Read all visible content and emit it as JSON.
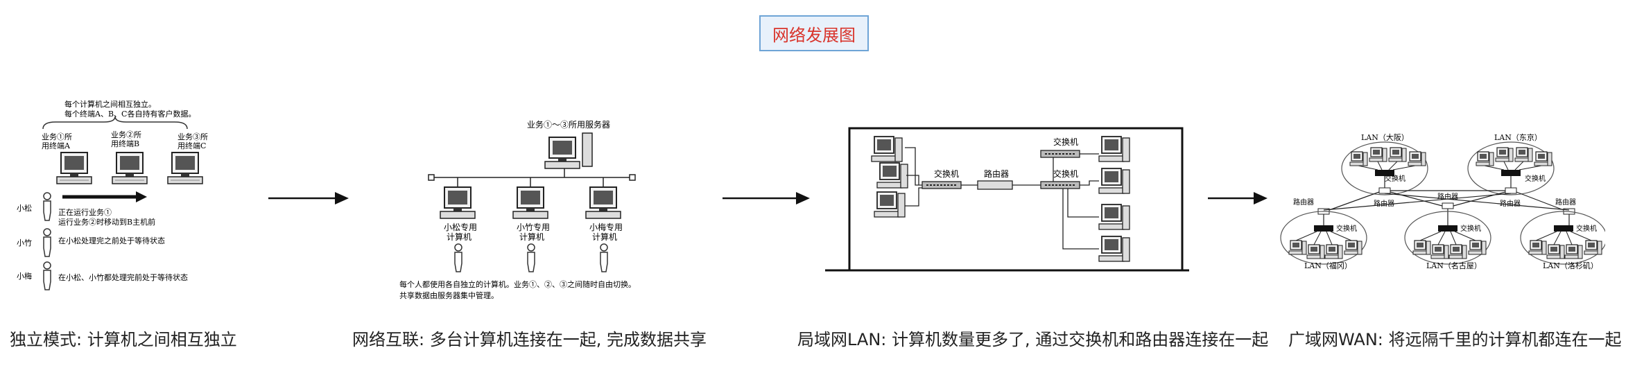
{
  "title": "网络发展图",
  "captions": [
    "独立模式: 计算机之间相互独立",
    "网络互联: 多台计算机连接在一起, 完成数据共享",
    "局域网LAN: 计算机数量更多了, 通过交换机和路由器连接在一起",
    "广域网WAN: 将远隔千里的计算机都连在一起"
  ],
  "panel1": {
    "note_line1": "每个计算机之间相互独立。",
    "note_line2": "每个终端A、B、C各自持有客户数据。",
    "terminals": [
      {
        "line1": "业务①所",
        "line2": "用终端A"
      },
      {
        "line1": "业务②所",
        "line2": "用终端B"
      },
      {
        "line1": "业务③所",
        "line2": "用终端C"
      }
    ],
    "people": [
      {
        "name": "小松",
        "line1": "正在运行业务①",
        "line2": "运行业务②时移动到B主机前"
      },
      {
        "name": "小竹",
        "line1": "在小松处理完之前处于等待状态",
        "line2": ""
      },
      {
        "name": "小梅",
        "line1": "在小松、小竹都处理完前处于等待状态",
        "line2": ""
      }
    ]
  },
  "panel2": {
    "server_label": "业务①～③所用服务器",
    "computers": [
      {
        "line1": "小松专用",
        "line2": "计算机"
      },
      {
        "line1": "小竹专用",
        "line2": "计算机"
      },
      {
        "line1": "小梅专用",
        "line2": "计算机"
      }
    ],
    "note_line1": "每个人都使用各自独立的计算机。业务①、②、③之间随时自由切换。",
    "note_line2": "共享数据由服务器集中管理。"
  },
  "panel3": {
    "switch1": "交换机",
    "router": "路由器",
    "switch2": "交换机",
    "switch3": "交换机"
  },
  "panel4": {
    "lans": [
      "LAN（大阪）",
      "LAN（东京）",
      "LAN（福冈）",
      "LAN（名古屋）",
      "LAN（洛杉矶）"
    ],
    "switch": "交换机",
    "router": "路由器"
  }
}
